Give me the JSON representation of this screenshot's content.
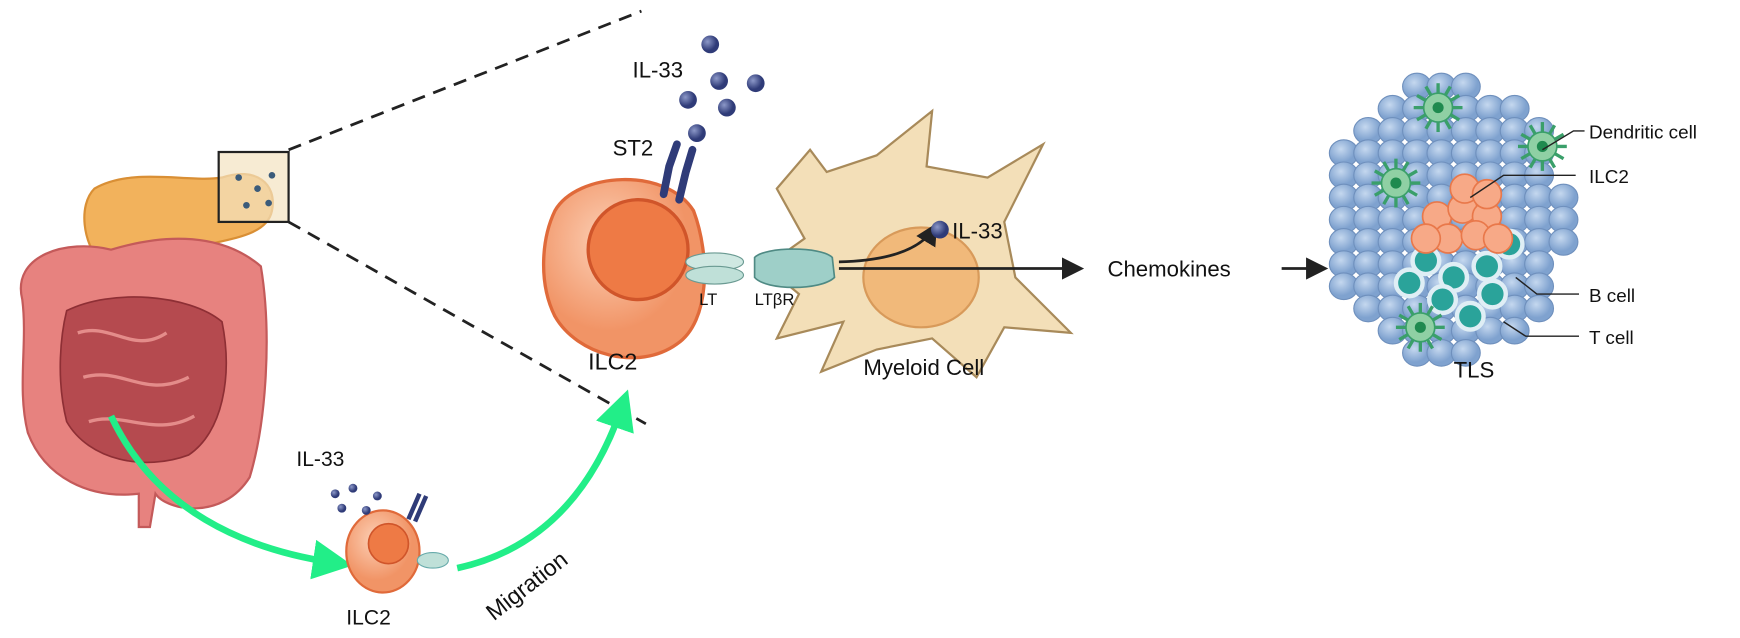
{
  "labels": {
    "il33_small": "IL-33",
    "ilc2_small": "ILC2",
    "migration": "Migration",
    "il33_top": "IL-33",
    "st2": "ST2",
    "ilc2_big": "ILC2",
    "lt": "LT",
    "ltbr": "LTβR",
    "il33_myeloid": "IL-33",
    "myeloid_cell": "Myeloid Cell",
    "chemokines": "Chemokines",
    "dendritic_cell": "Dendritic cell",
    "ilc2_tls": "ILC2",
    "b_cell": "B cell",
    "t_cell": "T cell",
    "tls": "TLS"
  },
  "colors": {
    "ilc2": "#f4a074",
    "ilc2_nucleus": "#ee7a45",
    "il33": "#3d4a8a",
    "migration_arrow": "#22ee88",
    "myeloid": "#f3dfb8",
    "t_cell": "#8fb0d8",
    "b_cell": "#2aa39a",
    "dendritic": "#3a9f6a",
    "pancreas": "#f2b25c",
    "intestine": "#e7827f"
  }
}
